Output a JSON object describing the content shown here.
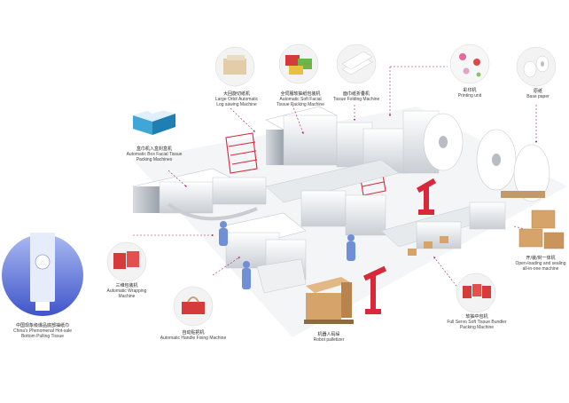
{
  "colors": {
    "accent_red": "#d9283a",
    "leader_line": "#9a1f6a",
    "machine_white": "#eef0f2",
    "machine_gray": "#b9bec4",
    "floor": "#f7f7f7",
    "worker_blue": "#6f8fd6",
    "carton": "#d6a36a"
  },
  "labels": [
    {
      "id": "log-saw",
      "zh": "大回旋切纸机",
      "en": "Large Orbit Automatic\nLog sawing Machine",
      "icon": "tissue-log-icon"
    },
    {
      "id": "soft-pack",
      "zh": "全伺服软抽纸包装机",
      "en": "Automatic Soft Facial\nTissue Packing Machine",
      "icon": "soft-tissue-pack-icon"
    },
    {
      "id": "folding",
      "zh": "面巾纸折叠机",
      "en": "Tissue Folding Machine",
      "icon": "folded-tissue-icon"
    },
    {
      "id": "printing",
      "zh": "彩印机",
      "en": "Printing unit",
      "icon": "printed-flower-icon"
    },
    {
      "id": "base-paper",
      "zh": "原纸",
      "en": "Base paper",
      "icon": "paper-roll-icon"
    },
    {
      "id": "box-pack",
      "zh": "盒巾机入盒封盒机",
      "en": "Automatic Box Facial Tissue\nPacking Machines",
      "icon": "tissue-box-icon"
    },
    {
      "id": "wrapping",
      "zh": "三维包装机",
      "en": "Automatic Wrapping\nMachine",
      "icon": "wrapped-pack-icon"
    },
    {
      "id": "handle",
      "zh": "自动贴把机",
      "en": "Automatic Handle Fixing Machine",
      "icon": "handle-pack-icon"
    },
    {
      "id": "palletizer",
      "zh": "机器人码垛",
      "en": "Robot palletizer",
      "icon": ""
    },
    {
      "id": "bundler",
      "zh": "软抽中包机",
      "en": "Full Servo Soft Tissue Bundler\nPacking Machine",
      "icon": "bundle-pack-icon"
    },
    {
      "id": "carton",
      "zh": "开/装/封一体机",
      "en": "Open-loading and sealing\nall-in-one machine",
      "icon": "carton-icon"
    },
    {
      "id": "hotsale",
      "zh": "中国现象级爆品底部抽纸巾",
      "en": "China's Phenomenal Hot-sale\nBottom Pulling Tissue",
      "icon": "hanging-tissue-icon"
    }
  ]
}
